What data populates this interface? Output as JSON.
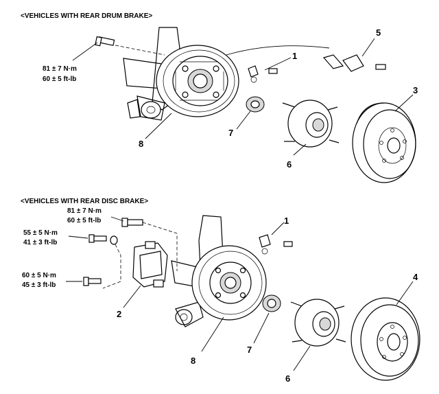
{
  "drum": {
    "header": "<VEHICLES WITH REAR DRUM BRAKE>",
    "torque": {
      "nm": "81 ± 7 N·m",
      "ftlb": "60 ± 5 ft-lb"
    },
    "labels": {
      "p1": "1",
      "p3": "3",
      "p5": "5",
      "p6": "6",
      "p7": "7",
      "p8": "8"
    }
  },
  "disc": {
    "header": "<VEHICLES WITH REAR DISC BRAKE>",
    "torque_a": {
      "nm": "81 ± 7 N·m",
      "ftlb": "60 ± 5 ft-lb"
    },
    "torque_b": {
      "nm": "55 ± 5 N·m",
      "ftlb": "41 ± 3 ft-lb"
    },
    "torque_c": {
      "nm": "60 ± 5 N·m",
      "ftlb": "45 ± 3 ft-lb"
    },
    "labels": {
      "p1": "1",
      "p2": "2",
      "p4": "4",
      "p6": "6",
      "p7": "7",
      "p8": "8"
    }
  }
}
